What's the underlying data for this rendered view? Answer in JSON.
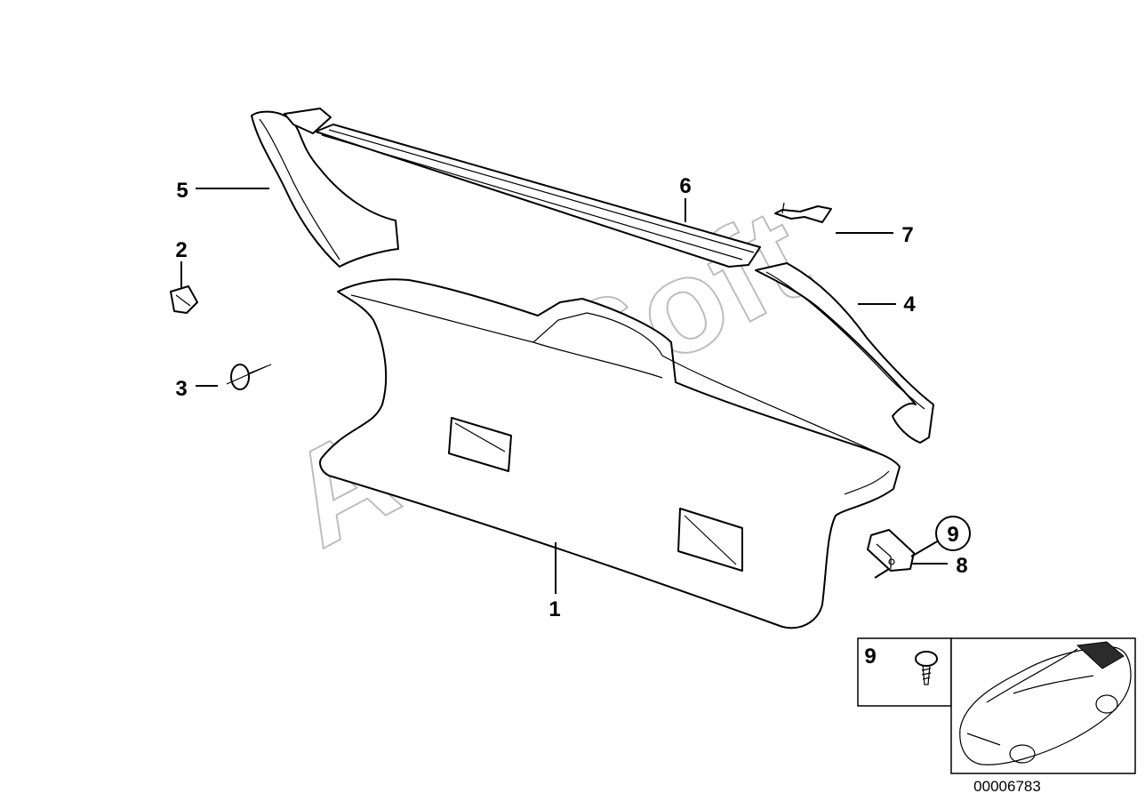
{
  "watermark": "AutoSoft",
  "callouts": {
    "c1": "1",
    "c2": "2",
    "c3": "3",
    "c4": "4",
    "c5": "5",
    "c6": "6",
    "c7": "7",
    "c8": "8",
    "c9": "9",
    "c9b": "9"
  },
  "inset": {
    "label": "9"
  },
  "reference_number": "00006783"
}
